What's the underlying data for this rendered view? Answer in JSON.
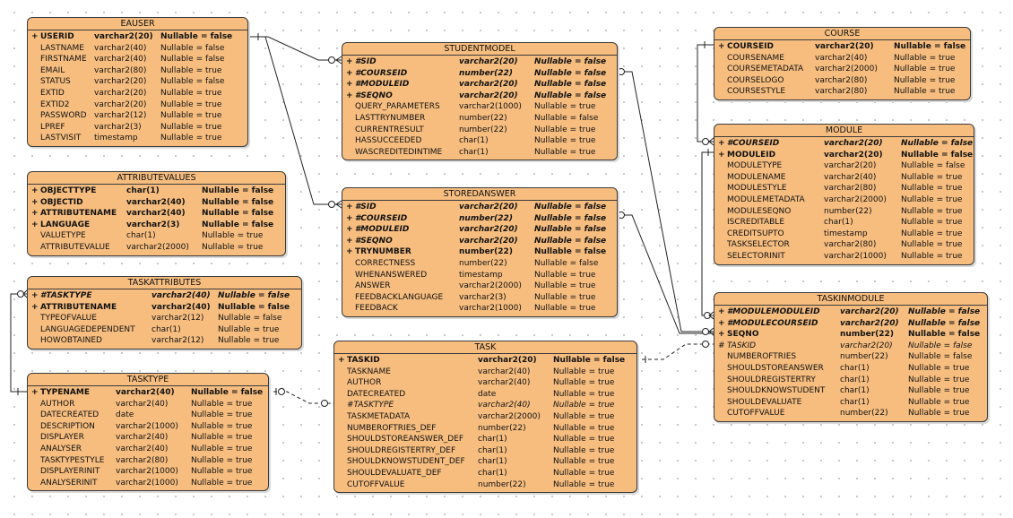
{
  "entities": [
    {
      "id": "eauser",
      "title": "EAUSER",
      "rows": [
        {
          "m": "+",
          "n": "USERID",
          "t": "varchar2(20)",
          "u": "Nullable = false",
          "k": "pk"
        },
        {
          "m": "",
          "n": "LASTNAME",
          "t": "varchar2(40)",
          "u": "Nullable = false",
          "k": ""
        },
        {
          "m": "",
          "n": "FIRSTNAME",
          "t": "varchar2(40)",
          "u": "Nullable = false",
          "k": ""
        },
        {
          "m": "",
          "n": "EMAIL",
          "t": "varchar2(80)",
          "u": "Nullable = true",
          "k": ""
        },
        {
          "m": "",
          "n": "STATUS",
          "t": "varchar2(20)",
          "u": "Nullable = false",
          "k": ""
        },
        {
          "m": "",
          "n": "EXTID",
          "t": "varchar2(20)",
          "u": "Nullable = true",
          "k": ""
        },
        {
          "m": "",
          "n": "EXTID2",
          "t": "varchar2(20)",
          "u": "Nullable = true",
          "k": ""
        },
        {
          "m": "",
          "n": "PASSWORD",
          "t": "varchar2(12)",
          "u": "Nullable = true",
          "k": ""
        },
        {
          "m": "",
          "n": "LPREF",
          "t": "varchar2(3)",
          "u": "Nullable = true",
          "k": ""
        },
        {
          "m": "",
          "n": "LASTVISIT",
          "t": "timestamp",
          "u": "Nullable = true",
          "k": ""
        }
      ]
    },
    {
      "id": "attributevalues",
      "title": "ATTRIBUTEVALUES",
      "rows": [
        {
          "m": "+",
          "n": "OBJECTTYPE",
          "t": "char(1)",
          "u": "Nullable = false",
          "k": "pk"
        },
        {
          "m": "+",
          "n": "OBJECTID",
          "t": "varchar2(40)",
          "u": "Nullable = false",
          "k": "pk"
        },
        {
          "m": "+",
          "n": "ATTRIBUTENAME",
          "t": "varchar2(40)",
          "u": "Nullable = false",
          "k": "pk"
        },
        {
          "m": "+",
          "n": "LANGUAGE",
          "t": "varchar2(3)",
          "u": "Nullable = false",
          "k": "pk"
        },
        {
          "m": "",
          "n": "VALUETYPE",
          "t": "char(1)",
          "u": "Nullable = true",
          "k": ""
        },
        {
          "m": "",
          "n": "ATTRIBUTEVALUE",
          "t": "varchar2(2000)",
          "u": "Nullable = true",
          "k": ""
        }
      ]
    },
    {
      "id": "taskattributes",
      "title": "TASKATTRIBUTES",
      "rows": [
        {
          "m": "+",
          "n": "#TASKTYPE",
          "t": "varchar2(40)",
          "u": "Nullable = false",
          "k": "pkfk"
        },
        {
          "m": "+",
          "n": "ATTRIBUTENAME",
          "t": "varchar2(40)",
          "u": "Nullable = false",
          "k": "pk"
        },
        {
          "m": "",
          "n": "TYPEOFVALUE",
          "t": "varchar2(12)",
          "u": "Nullable = false",
          "k": ""
        },
        {
          "m": "",
          "n": "LANGUAGEDEPENDENT",
          "t": "char(1)",
          "u": "Nullable = true",
          "k": ""
        },
        {
          "m": "",
          "n": "HOWOBTAINED",
          "t": "varchar2(12)",
          "u": "Nullable = true",
          "k": ""
        }
      ]
    },
    {
      "id": "tasktype",
      "title": "TASKTYPE",
      "rows": [
        {
          "m": "+",
          "n": "TYPENAME",
          "t": "varchar2(40)",
          "u": "Nullable = false",
          "k": "pk"
        },
        {
          "m": "",
          "n": "AUTHOR",
          "t": "varchar2(40)",
          "u": "Nullable = true",
          "k": ""
        },
        {
          "m": "",
          "n": "DATECREATED",
          "t": "date",
          "u": "Nullable = true",
          "k": ""
        },
        {
          "m": "",
          "n": "DESCRIPTION",
          "t": "varchar2(1000)",
          "u": "Nullable = true",
          "k": ""
        },
        {
          "m": "",
          "n": "DISPLAYER",
          "t": "varchar2(40)",
          "u": "Nullable = true",
          "k": ""
        },
        {
          "m": "",
          "n": "ANALYSER",
          "t": "varchar2(40)",
          "u": "Nullable = true",
          "k": ""
        },
        {
          "m": "",
          "n": "TASKTYPESTYLE",
          "t": "varchar2(80)",
          "u": "Nullable = true",
          "k": ""
        },
        {
          "m": "",
          "n": "DISPLAYERINIT",
          "t": "varchar2(1000)",
          "u": "Nullable = true",
          "k": ""
        },
        {
          "m": "",
          "n": "ANALYSERINIT",
          "t": "varchar2(1000)",
          "u": "Nullable = true",
          "k": ""
        }
      ]
    },
    {
      "id": "studentmodel",
      "title": "STUDENTMODEL",
      "rows": [
        {
          "m": "+",
          "n": "#SID",
          "t": "varchar2(20)",
          "u": "Nullable = false",
          "k": "pkfk"
        },
        {
          "m": "+",
          "n": "#COURSEID",
          "t": "number(22)",
          "u": "Nullable = false",
          "k": "pkfk"
        },
        {
          "m": "+",
          "n": "#MODULEID",
          "t": "varchar2(20)",
          "u": "Nullable = false",
          "k": "pkfk"
        },
        {
          "m": "+",
          "n": "#SEQNO",
          "t": "varchar2(20)",
          "u": "Nullable = false",
          "k": "pkfk"
        },
        {
          "m": "",
          "n": "QUERY_PARAMETERS",
          "t": "varchar2(1000)",
          "u": "Nullable = true",
          "k": ""
        },
        {
          "m": "",
          "n": "LASTTRYNUMBER",
          "t": "number(22)",
          "u": "Nullable = false",
          "k": ""
        },
        {
          "m": "",
          "n": "CURRENTRESULT",
          "t": "number(22)",
          "u": "Nullable = true",
          "k": ""
        },
        {
          "m": "",
          "n": "HASSUCCEEDED",
          "t": "char(1)",
          "u": "Nullable = true",
          "k": ""
        },
        {
          "m": "",
          "n": "WASCREDITEDINTIME",
          "t": "char(1)",
          "u": "Nullable = true",
          "k": ""
        }
      ]
    },
    {
      "id": "storedanswer",
      "title": "STOREDANSWER",
      "rows": [
        {
          "m": "+",
          "n": "#SID",
          "t": "varchar2(20)",
          "u": "Nullable = false",
          "k": "pkfk"
        },
        {
          "m": "+",
          "n": "#COURSEID",
          "t": "number(22)",
          "u": "Nullable = false",
          "k": "pkfk"
        },
        {
          "m": "+",
          "n": "#MODULEID",
          "t": "varchar2(20)",
          "u": "Nullable = false",
          "k": "pkfk"
        },
        {
          "m": "+",
          "n": "#SEQNO",
          "t": "varchar2(20)",
          "u": "Nullable = false",
          "k": "pkfk"
        },
        {
          "m": "+",
          "n": "TRYNUMBER",
          "t": "number(22)",
          "u": "Nullable = false",
          "k": "pk"
        },
        {
          "m": "",
          "n": "CORRECTNESS",
          "t": "number(22)",
          "u": "Nullable = false",
          "k": ""
        },
        {
          "m": "",
          "n": "WHENANSWERED",
          "t": "timestamp",
          "u": "Nullable = true",
          "k": ""
        },
        {
          "m": "",
          "n": "ANSWER",
          "t": "varchar2(2000)",
          "u": "Nullable = true",
          "k": ""
        },
        {
          "m": "",
          "n": "FEEDBACKLANGUAGE",
          "t": "varchar2(3)",
          "u": "Nullable = true",
          "k": ""
        },
        {
          "m": "",
          "n": "FEEDBACK",
          "t": "varchar2(1000)",
          "u": "Nullable = true",
          "k": ""
        }
      ]
    },
    {
      "id": "task",
      "title": "TASK",
      "rows": [
        {
          "m": "+",
          "n": "TASKID",
          "t": "varchar2(20)",
          "u": "Nullable = false",
          "k": "pk"
        },
        {
          "m": "",
          "n": "TASKNAME",
          "t": "varchar2(40)",
          "u": "Nullable = true",
          "k": ""
        },
        {
          "m": "",
          "n": "AUTHOR",
          "t": "varchar2(40)",
          "u": "Nullable = true",
          "k": ""
        },
        {
          "m": "",
          "n": "DATECREATED",
          "t": "date",
          "u": "Nullable = true",
          "k": ""
        },
        {
          "m": "",
          "n": "#TASKTYPE",
          "t": "varchar2(40)",
          "u": "Nullable = true",
          "k": "fk"
        },
        {
          "m": "",
          "n": "TASKMETADATA",
          "t": "varchar2(2000)",
          "u": "Nullable = true",
          "k": ""
        },
        {
          "m": "",
          "n": "NUMBEROFTRIES_DEF",
          "t": "number(22)",
          "u": "Nullable = true",
          "k": ""
        },
        {
          "m": "",
          "n": "SHOULDSTOREANSWER_DEF",
          "t": "char(1)",
          "u": "Nullable = true",
          "k": ""
        },
        {
          "m": "",
          "n": "SHOULDREGISTERTRY_DEF",
          "t": "char(1)",
          "u": "Nullable = true",
          "k": ""
        },
        {
          "m": "",
          "n": "SHOULDKNOWSTUDENT_DEF",
          "t": "char(1)",
          "u": "Nullable = true",
          "k": ""
        },
        {
          "m": "",
          "n": "SHOULDEVALUATE_DEF",
          "t": "char(1)",
          "u": "Nullable = true",
          "k": ""
        },
        {
          "m": "",
          "n": "CUTOFFVALUE",
          "t": "number(22)",
          "u": "Nullable = true",
          "k": ""
        }
      ]
    },
    {
      "id": "course",
      "title": "COURSE",
      "rows": [
        {
          "m": "+",
          "n": "COURSEID",
          "t": "varchar2(20)",
          "u": "Nullable = false",
          "k": "pk"
        },
        {
          "m": "",
          "n": "COURSENAME",
          "t": "varchar2(40)",
          "u": "Nullable = true",
          "k": ""
        },
        {
          "m": "",
          "n": "COURSEMETADATA",
          "t": "varchar2(2000)",
          "u": "Nullable = true",
          "k": ""
        },
        {
          "m": "",
          "n": "COURSELOGO",
          "t": "varchar2(80)",
          "u": "Nullable = true",
          "k": ""
        },
        {
          "m": "",
          "n": "COURSESTYLE",
          "t": "varchar2(80)",
          "u": "Nullable = true",
          "k": ""
        }
      ]
    },
    {
      "id": "module",
      "title": "MODULE",
      "rows": [
        {
          "m": "+",
          "n": "#COURSEID",
          "t": "varchar2(20)",
          "u": "Nullable = false",
          "k": "pkfk"
        },
        {
          "m": "+",
          "n": "MODULEID",
          "t": "varchar2(20)",
          "u": "Nullable = false",
          "k": "pk"
        },
        {
          "m": "",
          "n": "MODULETYPE",
          "t": "varchar2(20)",
          "u": "Nullable = false",
          "k": ""
        },
        {
          "m": "",
          "n": "MODULENAME",
          "t": "varchar2(40)",
          "u": "Nullable = true",
          "k": ""
        },
        {
          "m": "",
          "n": "MODULESTYLE",
          "t": "varchar2(80)",
          "u": "Nullable = true",
          "k": ""
        },
        {
          "m": "",
          "n": "MODULEMETADATA",
          "t": "varchar2(2000)",
          "u": "Nullable = true",
          "k": ""
        },
        {
          "m": "",
          "n": "MODULESEQNO",
          "t": "number(22)",
          "u": "Nullable = true",
          "k": ""
        },
        {
          "m": "",
          "n": "ISCREDITABLE",
          "t": "char(1)",
          "u": "Nullable = true",
          "k": ""
        },
        {
          "m": "",
          "n": "CREDITSUPTO",
          "t": "timestamp",
          "u": "Nullable = true",
          "k": ""
        },
        {
          "m": "",
          "n": "TASKSELECTOR",
          "t": "varchar2(80)",
          "u": "Nullable = true",
          "k": ""
        },
        {
          "m": "",
          "n": "SELECTORINIT",
          "t": "varchar2(1000)",
          "u": "Nullable = true",
          "k": ""
        }
      ]
    },
    {
      "id": "taskinmodule",
      "title": "TASKINMODULE",
      "rows": [
        {
          "m": "+",
          "n": "#MODULEMODULEID",
          "t": "varchar2(20)",
          "u": "Nullable = false",
          "k": "pkfk"
        },
        {
          "m": "+",
          "n": "#MODULECOURSEID",
          "t": "varchar2(20)",
          "u": "Nullable = false",
          "k": "pkfk"
        },
        {
          "m": "+",
          "n": "SEQNO",
          "t": "number(22)",
          "u": "Nullable = false",
          "k": "pk"
        },
        {
          "m": "#",
          "n": "TASKID",
          "t": "varchar2(20)",
          "u": "Nullable = false",
          "k": "fk"
        },
        {
          "m": "",
          "n": "NUMBEROFTRIES",
          "t": "number(22)",
          "u": "Nullable = false",
          "k": ""
        },
        {
          "m": "",
          "n": "SHOULDSTOREANSWER",
          "t": "char(1)",
          "u": "Nullable = true",
          "k": ""
        },
        {
          "m": "",
          "n": "SHOULDREGISTERTRY",
          "t": "char(1)",
          "u": "Nullable = true",
          "k": ""
        },
        {
          "m": "",
          "n": "SHOULDKNOWSTUDENT",
          "t": "char(1)",
          "u": "Nullable = true",
          "k": ""
        },
        {
          "m": "",
          "n": "SHOULDEVALUATE",
          "t": "char(1)",
          "u": "Nullable = true",
          "k": ""
        },
        {
          "m": "",
          "n": "CUTOFFVALUE",
          "t": "number(22)",
          "u": "Nullable = true",
          "k": ""
        }
      ]
    }
  ]
}
